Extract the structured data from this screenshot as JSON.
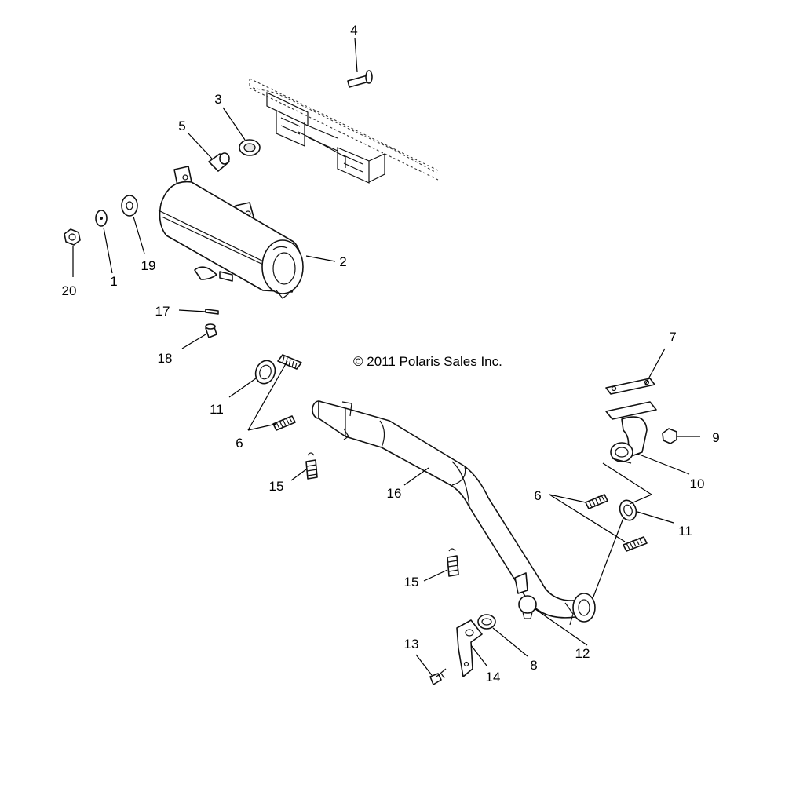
{
  "copyright": "© 2011 Polaris Sales Inc.",
  "callouts": {
    "c1": "1",
    "c2": "2",
    "c3": "3",
    "c4": "4",
    "c5": "5",
    "c6a": "6",
    "c6b": "6",
    "c7": "7",
    "c8": "8",
    "c9": "9",
    "c10": "10",
    "c11a": "11",
    "c11b": "11",
    "c12": "12",
    "c13": "13",
    "c14": "14",
    "c15a": "15",
    "c15b": "15",
    "c16": "16",
    "c17": "17",
    "c18": "18",
    "c19": "19",
    "c20": "20"
  }
}
